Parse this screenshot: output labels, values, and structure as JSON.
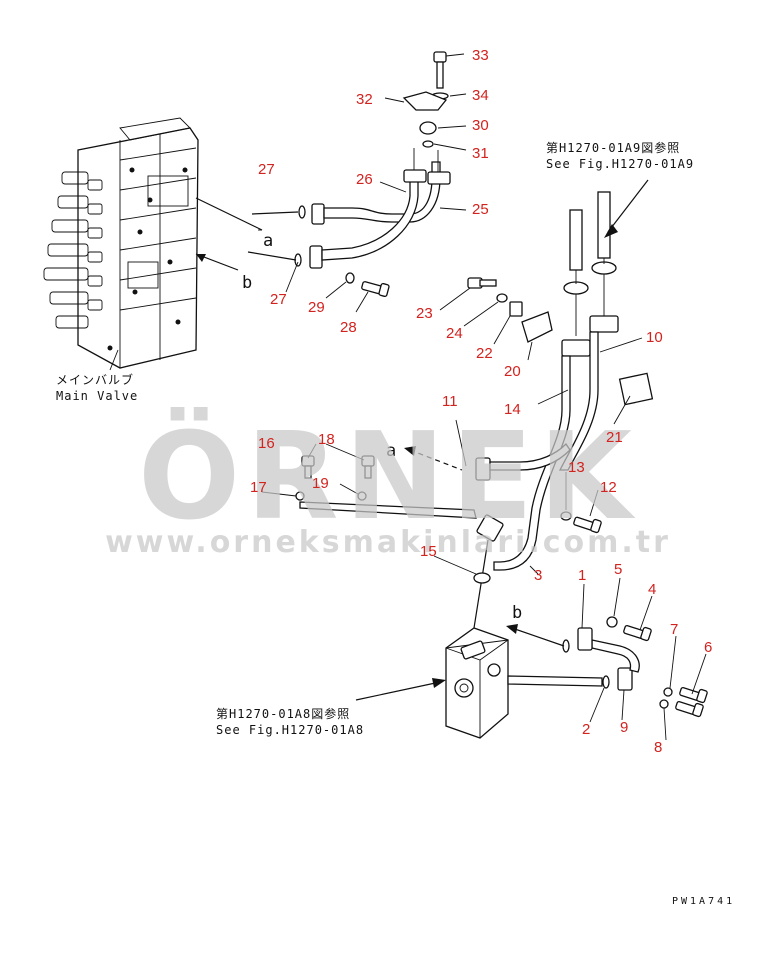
{
  "labels": {
    "l1": "1",
    "l2": "2",
    "l3": "3",
    "l4": "4",
    "l5": "5",
    "l6": "6",
    "l7": "7",
    "l8": "8",
    "l9": "9",
    "l10": "10",
    "l11": "11",
    "l12": "12",
    "l13": "13",
    "l14": "14",
    "l15": "15",
    "l16": "16",
    "l17": "17",
    "l18": "18",
    "l19": "19",
    "l20": "20",
    "l21": "21",
    "l22": "22",
    "l23": "23",
    "l24": "24",
    "l25": "25",
    "l26": "26",
    "l27a": "27",
    "l27b": "27",
    "l28": "28",
    "l29": "29",
    "l30": "30",
    "l31": "31",
    "l32": "32",
    "l33": "33",
    "l34": "34"
  },
  "callouts": {
    "a_upper": "a",
    "b_upper": "b",
    "a_lower": "a",
    "b_lower": "b"
  },
  "references": {
    "main_valve_jp": "メインバルブ",
    "main_valve_en": "Main Valve",
    "fig_a9_jp": "第H1270-01A9図参照",
    "fig_a9_en": "See Fig.H1270-01A9",
    "fig_a8_jp": "第H1270-01A8図参照",
    "fig_a8_en": "See Fig.H1270-01A8",
    "drawing_code": "PW1A741"
  },
  "watermark": {
    "brand": "ÖRNEK",
    "url": "www.orneksmakinlari.com.tr"
  },
  "colors": {
    "label_red": "#d2231f",
    "line": "#111111",
    "watermark_gray": "#c9c9c9"
  }
}
